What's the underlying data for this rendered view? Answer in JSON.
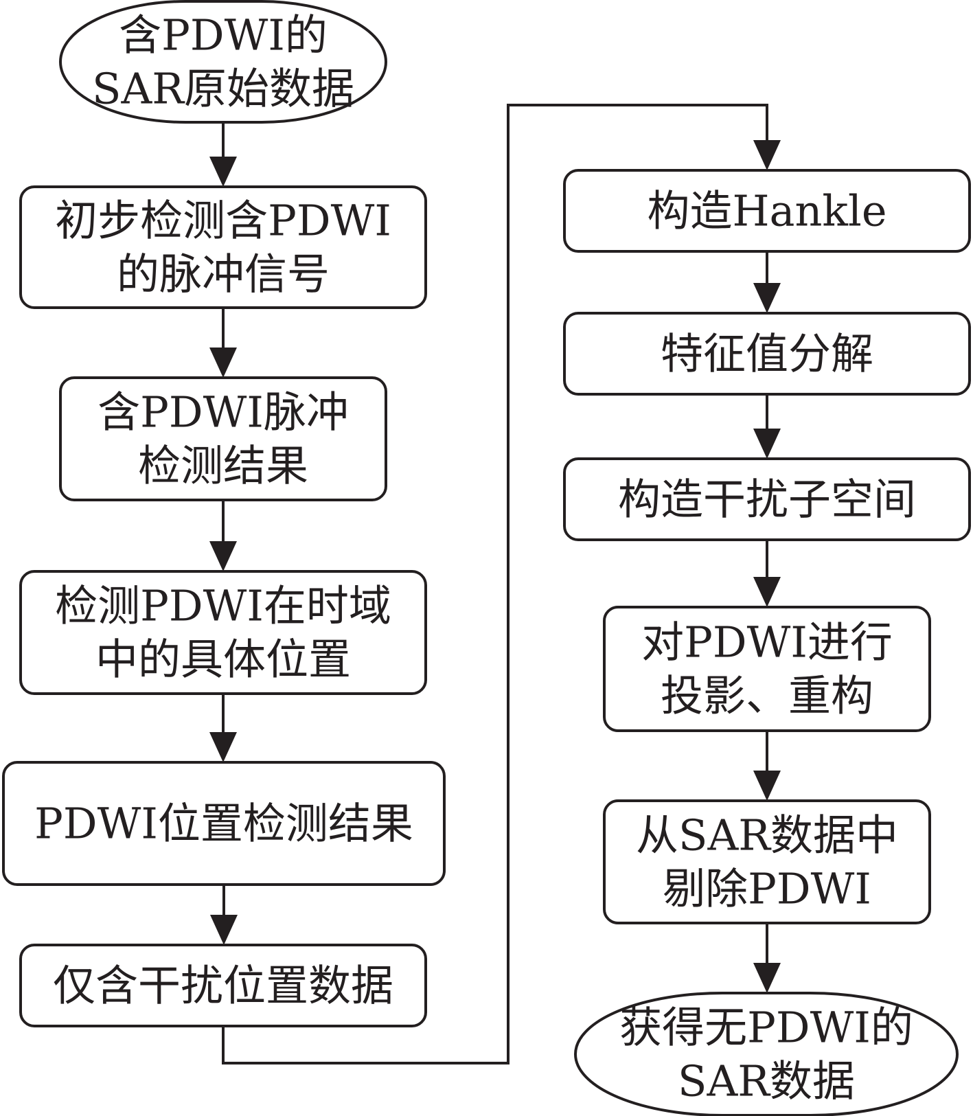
{
  "flowchart": {
    "left_column": [
      {
        "id": "n1",
        "shape": "terminal",
        "lines": [
          "含PDWI的",
          "SAR原始数据"
        ]
      },
      {
        "id": "n2",
        "shape": "process",
        "lines": [
          "初步检测含PDWI",
          "的脉冲信号"
        ]
      },
      {
        "id": "n3",
        "shape": "process",
        "lines": [
          "含PDWI脉冲",
          "检测结果"
        ]
      },
      {
        "id": "n4",
        "shape": "process",
        "lines": [
          "检测PDWI在时域",
          "中的具体位置"
        ]
      },
      {
        "id": "n5",
        "shape": "process",
        "lines": [
          "PDWI位置检测结果"
        ]
      },
      {
        "id": "n6",
        "shape": "process",
        "lines": [
          "仅含干扰位置数据"
        ]
      }
    ],
    "right_column": [
      {
        "id": "n7",
        "shape": "process",
        "lines": [
          "构造Hankle"
        ]
      },
      {
        "id": "n8",
        "shape": "process",
        "lines": [
          "特征值分解"
        ]
      },
      {
        "id": "n9",
        "shape": "process",
        "lines": [
          "构造干扰子空间"
        ]
      },
      {
        "id": "n10",
        "shape": "process",
        "lines": [
          "对PDWI进行",
          "投影、重构"
        ]
      },
      {
        "id": "n11",
        "shape": "process",
        "lines": [
          "从SAR数据中",
          "剔除PDWI"
        ]
      },
      {
        "id": "n12",
        "shape": "terminal",
        "lines": [
          "获得无PDWI的",
          "SAR数据"
        ]
      }
    ],
    "edges": [
      [
        "n1",
        "n2"
      ],
      [
        "n2",
        "n3"
      ],
      [
        "n3",
        "n4"
      ],
      [
        "n4",
        "n5"
      ],
      [
        "n5",
        "n6"
      ],
      [
        "n6",
        "n7"
      ],
      [
        "n7",
        "n8"
      ],
      [
        "n8",
        "n9"
      ],
      [
        "n9",
        "n10"
      ],
      [
        "n10",
        "n11"
      ],
      [
        "n11",
        "n12"
      ]
    ],
    "colors": {
      "stroke": "#231f20",
      "fill": "#ffffff",
      "text": "#231f20"
    }
  }
}
